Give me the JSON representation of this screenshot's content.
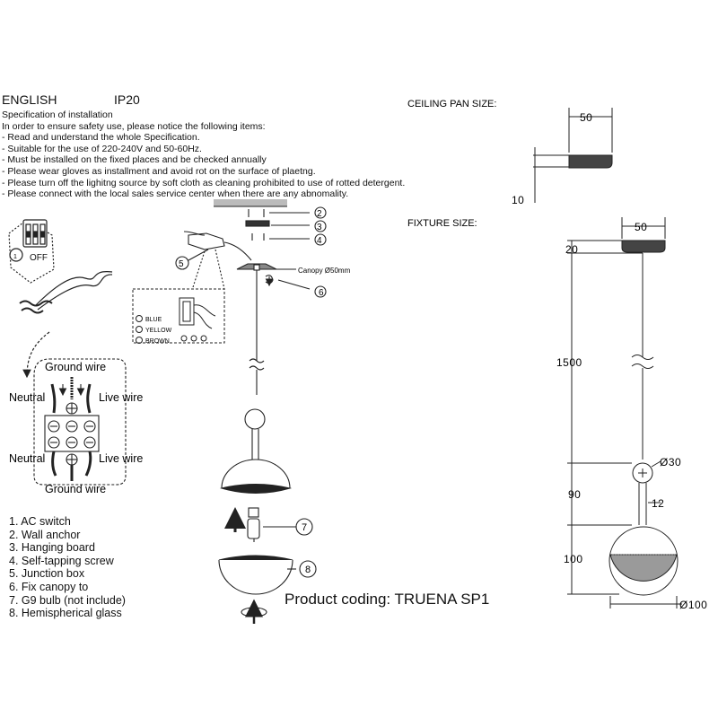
{
  "header": {
    "language": "ENGLISH",
    "ip_rating": "IP20"
  },
  "specification": {
    "title": "Specification of installation",
    "lines": [
      "In order to ensure safety use, please notice the following items:",
      "- Read and understand the whole Specification.",
      "- Suitable for the use of 220-240V and 50-60Hz.",
      "- Must be installed on the fixed places and be checked annually",
      "- Please wear gloves as installment and avoid rot on the surface of plaetng.",
      "- Please turn off the lighitng source by soft cloth as cleaning prohibited to use of rotted detergent.",
      "- Please connect with the local sales service center when there are any abnomality."
    ]
  },
  "switch_label": "OFF",
  "wiring": {
    "ground_top": "Ground wire",
    "neutral_top": "Neutral",
    "live_top": "Live wire",
    "neutral_bottom": "Neutral",
    "live_bottom": "Live wire",
    "ground_bottom": "Ground wire"
  },
  "wire_colors": [
    "BLUE",
    "YELLOW",
    "BROWN"
  ],
  "canopy_label": "Canopy Ø50mm",
  "callouts": [
    "1",
    "2",
    "3",
    "4",
    "5",
    "6",
    "7",
    "8"
  ],
  "parts": [
    "1. AC switch",
    "2. Wall anchor",
    "3. Hanging board",
    "4. Self-tapping screw",
    "5. Junction box",
    "6. Fix canopy to",
    "7. G9 bulb (not include)",
    "8. Hemispherical glass"
  ],
  "product_coding": "Product coding: TRUENA SP1",
  "ceiling_pan": {
    "title": "CEILING PAN  SIZE:",
    "width": "50",
    "height": "10"
  },
  "fixture": {
    "title": "FIXTURE SIZE:",
    "top_width": "50",
    "canopy_h": "20",
    "cable": "1500",
    "ball": "Ø30",
    "stem": "90",
    "stem_w": "12",
    "globe_h": "100",
    "globe_d": "Ø100"
  }
}
